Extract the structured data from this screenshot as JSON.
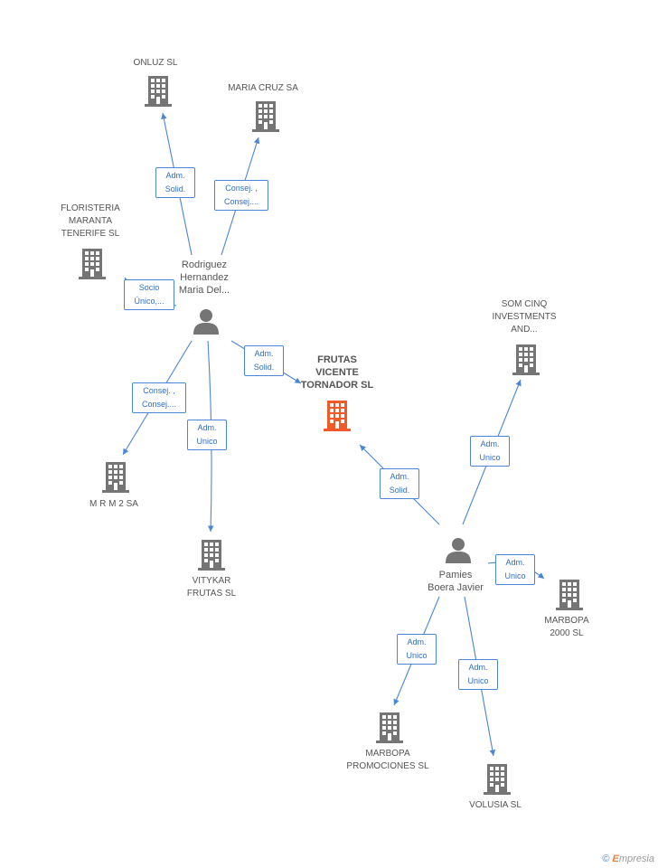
{
  "nodes": {
    "onluz": {
      "label": "ONLUZ SL"
    },
    "maria_cruz": {
      "label": "MARIA CRUZ SA"
    },
    "floristeria": {
      "label": "FLORISTERIA\nMARANTA\nTENERIFE SL"
    },
    "rodriguez": {
      "label": "Rodriguez\nHernandez\nMaria Del..."
    },
    "frutas": {
      "label": "FRUTAS\nVICENTE\nTORNADOR SL"
    },
    "som_cinq": {
      "label": "SOM CINQ\nINVESTMENTS\nAND..."
    },
    "mrm2": {
      "label": "M R M 2 SA"
    },
    "vitykar": {
      "label": "VITYKAR\nFRUTAS SL"
    },
    "pamies": {
      "label": "Pamies\nBoera Javier"
    },
    "marbopa2000": {
      "label": "MARBOPA\n2000 SL"
    },
    "marbopa_prom": {
      "label": "MARBOPA\nPROMOCIONES SL"
    },
    "volusia": {
      "label": "VOLUSIA SL"
    }
  },
  "edges": {
    "e1": {
      "label": "Adm.\nSolid."
    },
    "e2": {
      "label": "Consej. ,\nConsej...."
    },
    "e3": {
      "label": "Socio\nÚnico,..."
    },
    "e4": {
      "label": "Adm.\nSolid."
    },
    "e5": {
      "label": "Consej. ,\nConsej...."
    },
    "e6": {
      "label": "Adm.\nUnico"
    },
    "e7": {
      "label": "Adm.\nSolid."
    },
    "e8": {
      "label": "Adm.\nUnico"
    },
    "e9": {
      "label": "Adm.\nUnico"
    },
    "e10": {
      "label": "Adm.\nUnico"
    },
    "e11": {
      "label": "Adm.\nUnico"
    }
  },
  "colors": {
    "edge": "#4a86d6",
    "building": "#757575",
    "main_building": "#f05a28",
    "person": "#757575"
  },
  "footer": {
    "copyright": "©",
    "brand_first": "E",
    "brand_rest": "mpresia"
  }
}
